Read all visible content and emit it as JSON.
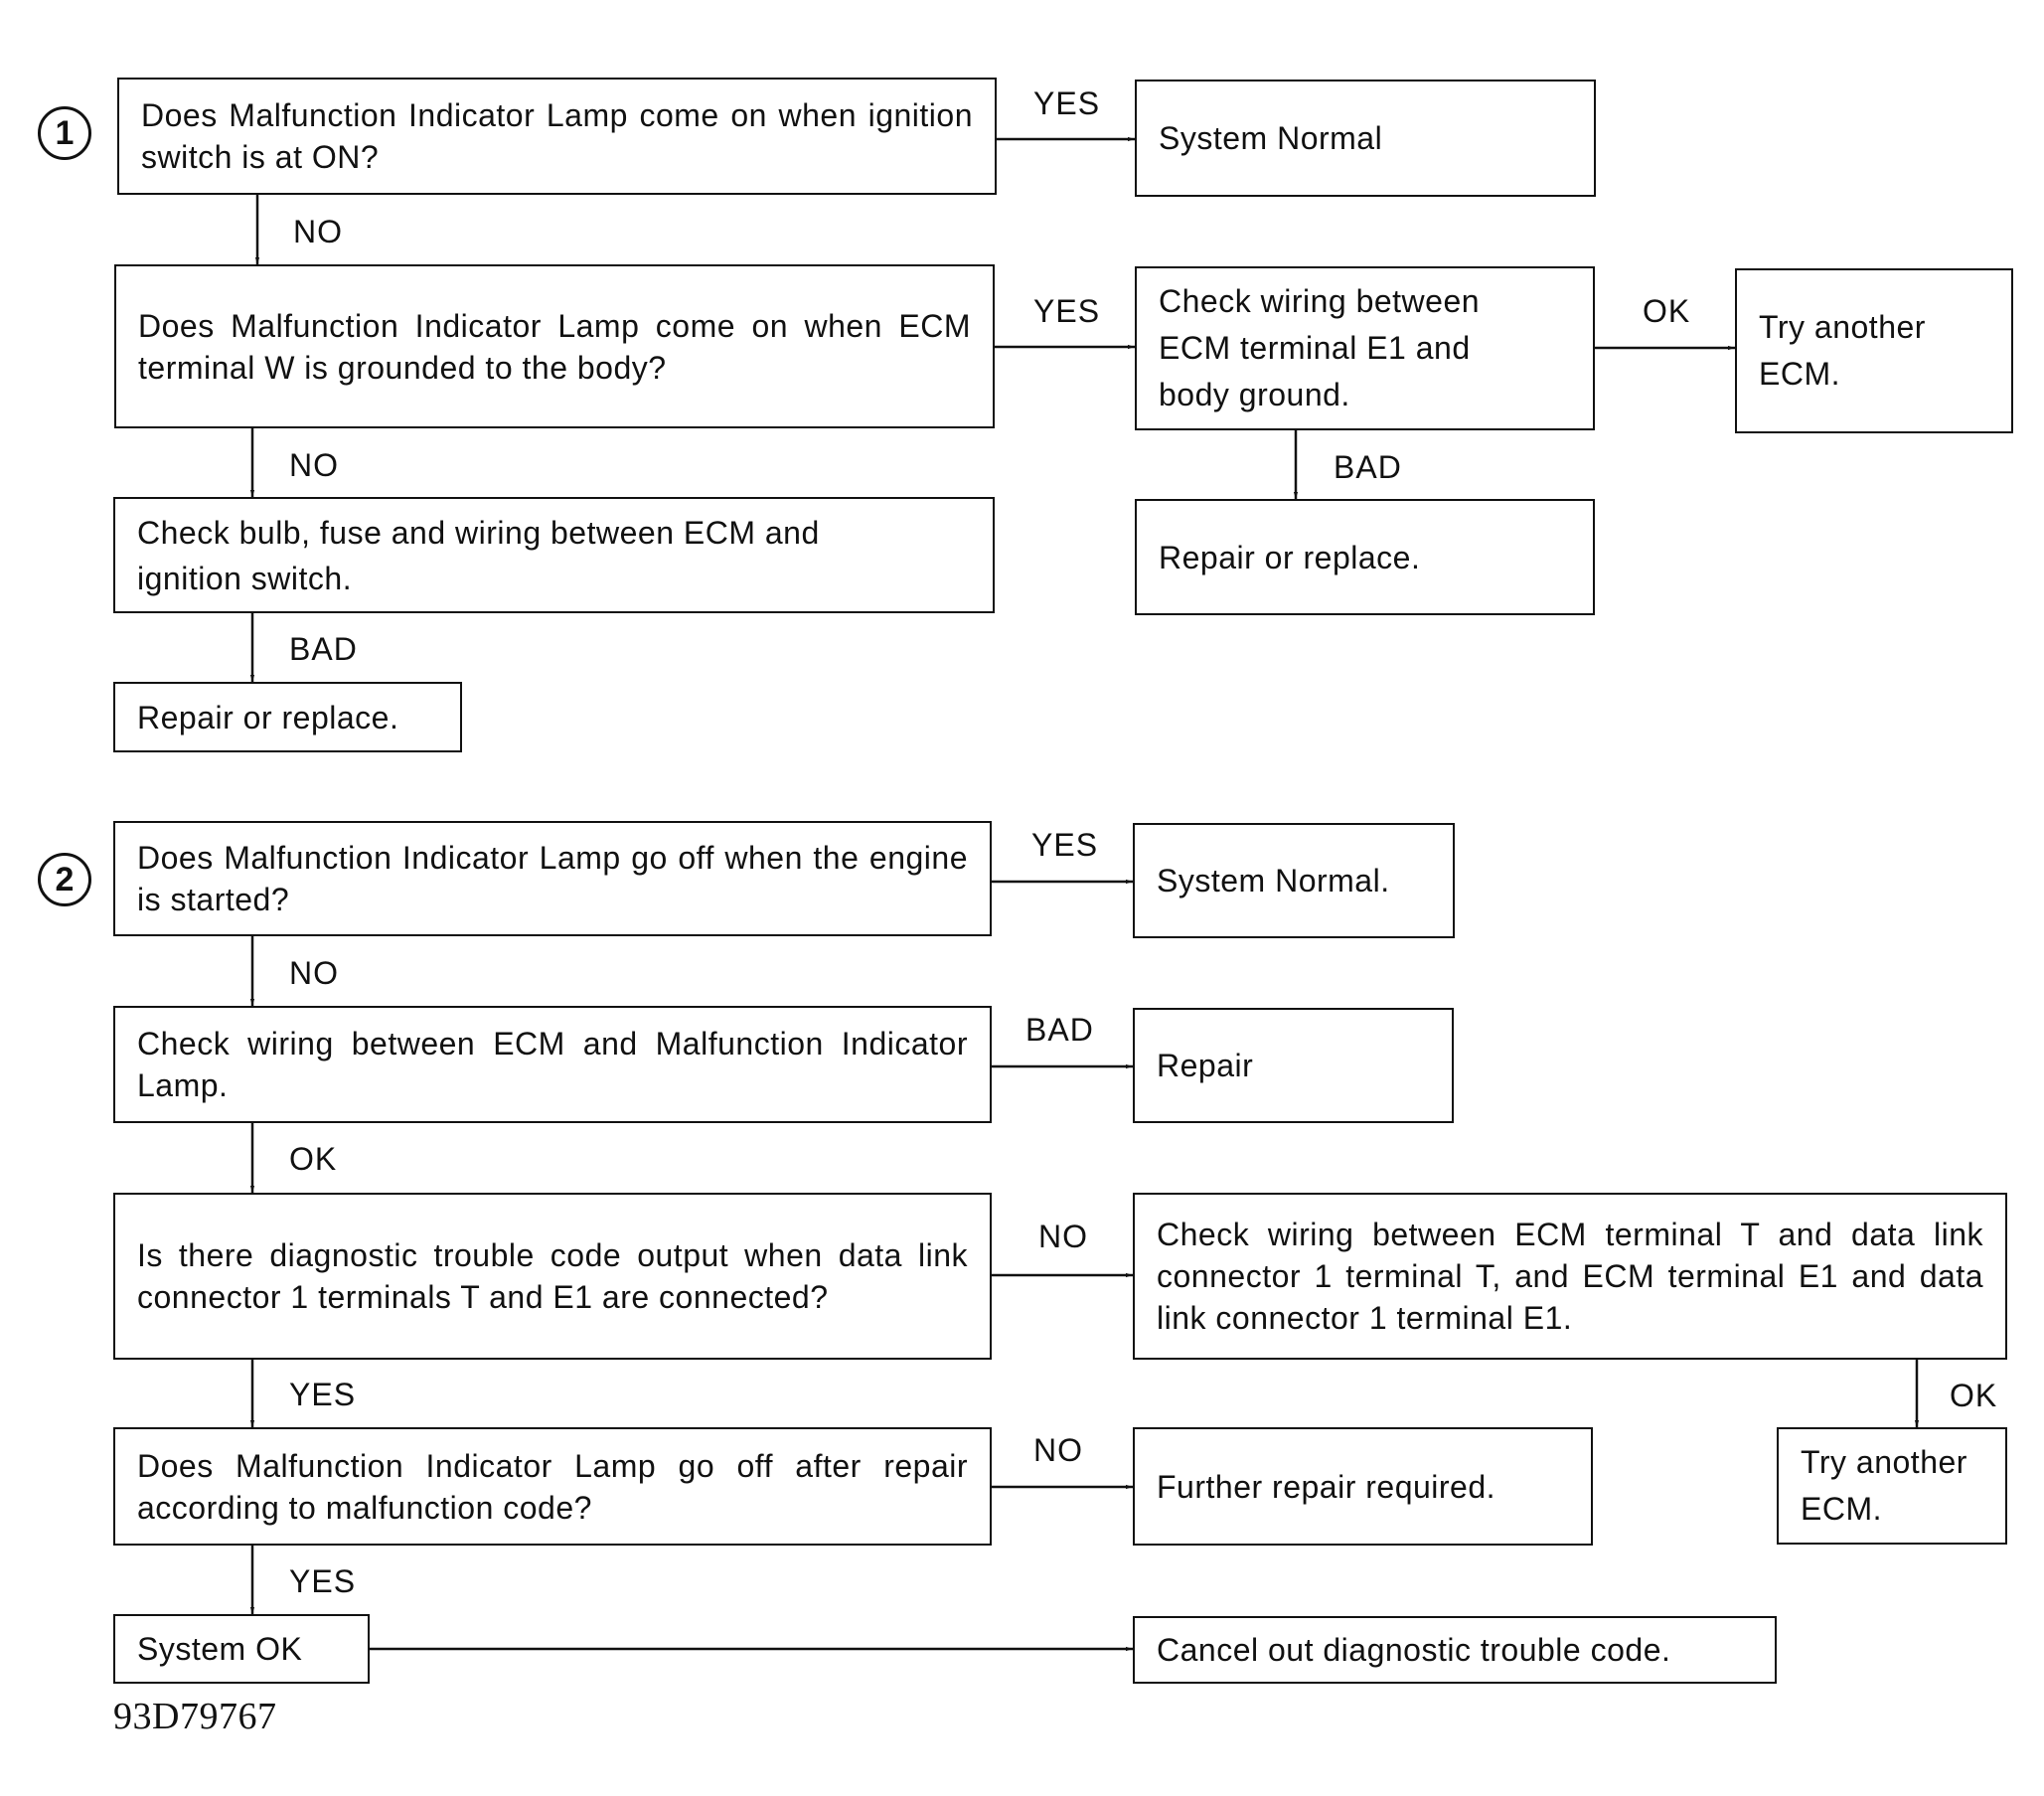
{
  "section1": {
    "number": "1",
    "q1": "Does Malfunction Indicator Lamp come on when ignition switch is at ON?",
    "q1_yes_label": "YES",
    "q1_yes_result": "System Normal",
    "q1_no_label": "NO",
    "q2": "Does Malfunction Indicator Lamp come on when ECM terminal W is grounded to the body?",
    "q2_yes_label": "YES",
    "q2_yes_action": "Check wiring between\nECM terminal E1 and\nbody ground.",
    "q2_yes_ok_label": "OK",
    "q2_yes_ok_result": "Try another\nECM.",
    "q2_yes_bad_label": "BAD",
    "q2_yes_bad_result": "Repair or replace.",
    "q2_no_label": "NO",
    "q2_no_action": "Check bulb, fuse and wiring between ECM and\nignition switch.",
    "q2_no_bad_label": "BAD",
    "q2_no_bad_result": "Repair or replace."
  },
  "section2": {
    "number": "2",
    "q1": "Does Malfunction Indicator Lamp go off when the engine is started?",
    "q1_yes_label": "YES",
    "q1_yes_result": "System Normal.",
    "q1_no_label": "NO",
    "check1": "Check wiring between ECM and Malfunction Indicator Lamp.",
    "check1_bad_label": "BAD",
    "check1_bad_result": "Repair",
    "check1_ok_label": "OK",
    "q2": "Is there diagnostic trouble code output when data link connector 1 terminals T and E1 are connected?",
    "q2_no_label": "NO",
    "q2_no_action": "Check wiring between ECM terminal T and data link connector 1 terminal T, and ECM terminal E1 and data link connector 1 terminal E1.",
    "q2_no_ok_label": "OK",
    "q2_no_ok_result": "Try another\nECM.",
    "q2_yes_label": "YES",
    "q3": "Does Malfunction Indicator Lamp go off after repair according to malfunction code?",
    "q3_no_label": "NO",
    "q3_no_result": "Further repair required.",
    "q3_yes_label": "YES",
    "system_ok": "System OK",
    "cancel": "Cancel out diagnostic trouble code."
  },
  "figure_id": "93D79767"
}
